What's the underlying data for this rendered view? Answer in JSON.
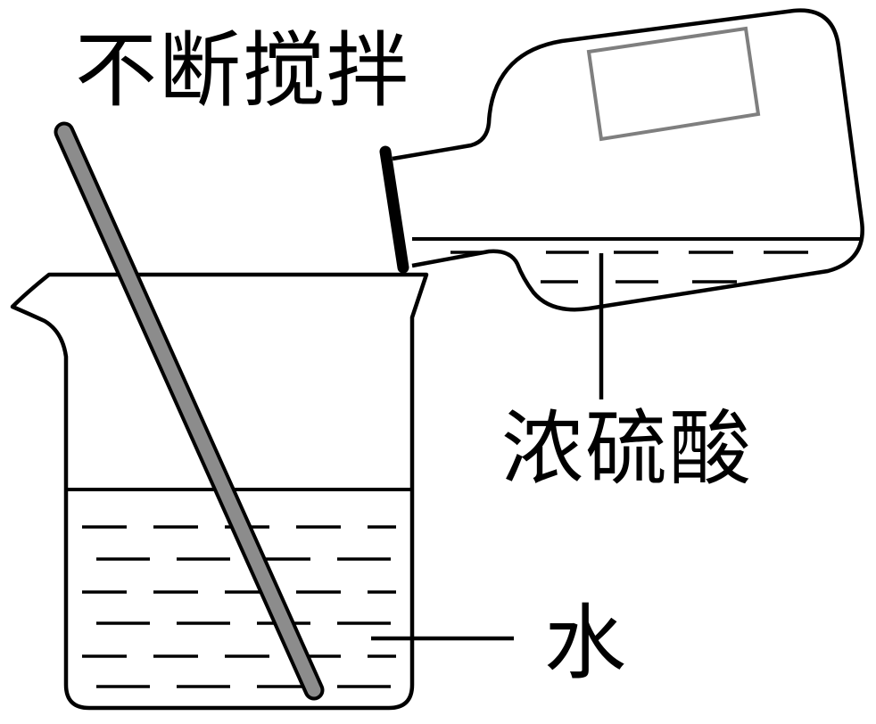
{
  "labels": {
    "stir": "不断搅拌",
    "acid": "浓硫酸",
    "water": "水"
  }
}
